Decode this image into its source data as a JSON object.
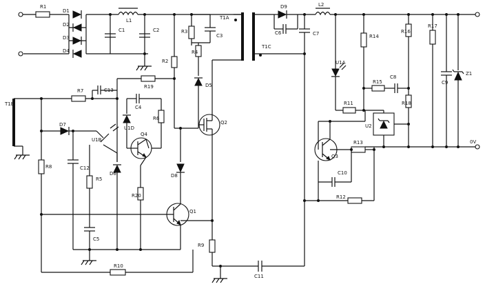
{
  "labels": {
    "R1": "R1",
    "D1": "D1",
    "D2": "D2",
    "D3": "D3",
    "D4": "D4",
    "L1": "L1",
    "C1": "C1",
    "C2": "C2",
    "R3": "R3",
    "C3": "C3",
    "R4": "R4",
    "T1A": "T1A",
    "R2": "R2",
    "D5": "D5",
    "Q2": "Q2",
    "T1B": "T1B",
    "R7": "R7",
    "C13": "C13",
    "R19": "R19",
    "C4": "C4",
    "U1D": "U1D",
    "R6": "R6",
    "D7": "D7",
    "U1B": "U1B",
    "Q4": "Q4",
    "C12": "C12",
    "D6": "D6",
    "R8": "R8",
    "R5": "R5",
    "D8": "D8",
    "R20": "R20",
    "Q1": "Q1",
    "C5": "C5",
    "R9": "R9",
    "R10": "R10",
    "C11": "C11",
    "T1C": "T1C",
    "D9": "D9",
    "C6": "C6",
    "L2": "L2",
    "C7": "C7",
    "R14": "R14",
    "R16": "R16",
    "R17": "R17",
    "C9": "C9",
    "Z1": "Z1",
    "U1A": "U1A",
    "R15": "R15",
    "C8": "C8",
    "R11": "R11",
    "R18": "R18",
    "U2": "U2",
    "Q3": "Q3",
    "R13": "R13",
    "C10": "C10",
    "R12": "R12",
    "0V": "0V"
  }
}
